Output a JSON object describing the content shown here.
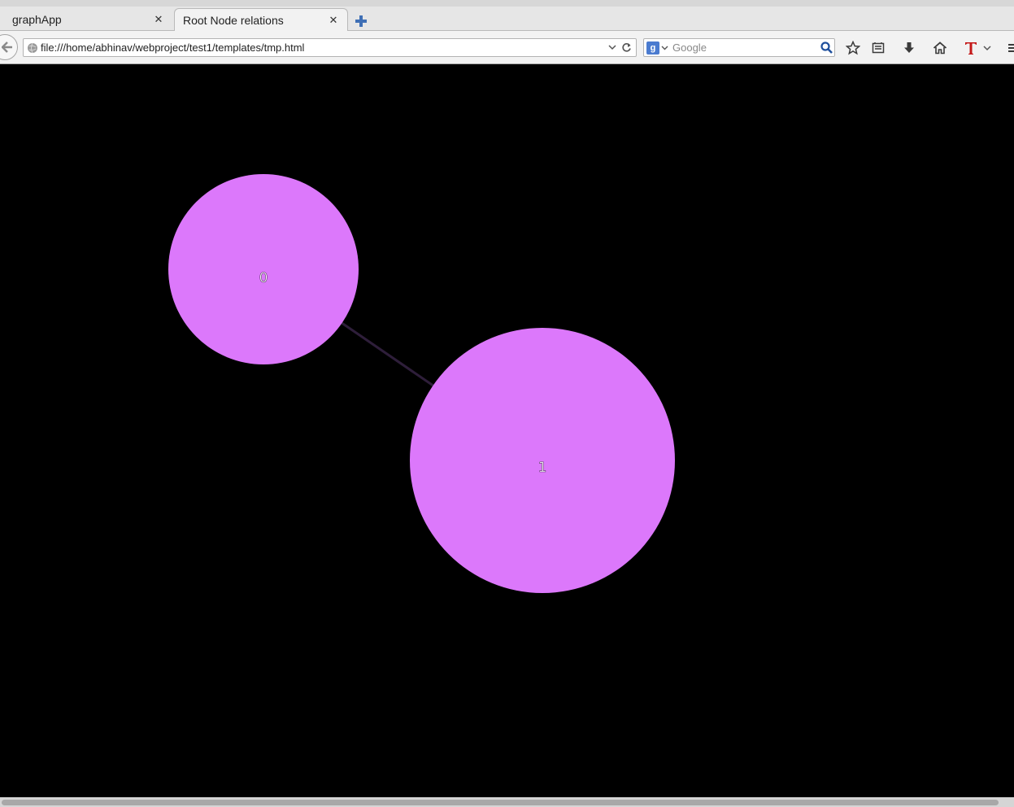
{
  "browser": {
    "tabs": [
      {
        "label": "graphApp",
        "active": false
      },
      {
        "label": "Root Node relations",
        "active": true
      }
    ],
    "url": "file:///home/abhinav/webproject/test1/templates/tmp.html",
    "search": {
      "placeholder": "Google",
      "engine_icon": "google-icon"
    },
    "toolbar_icons": [
      "star-icon",
      "reading-list-icon",
      "download-icon",
      "home-icon",
      "text-t-icon",
      "menu-icon"
    ]
  },
  "graph": {
    "background": "#000000",
    "node_color": "#dc78fb",
    "link_color": "#2e1e3a",
    "nodes": [
      {
        "label": "0"
      },
      {
        "label": "1"
      }
    ],
    "links": [
      {
        "source": "0",
        "target": "1"
      }
    ]
  }
}
